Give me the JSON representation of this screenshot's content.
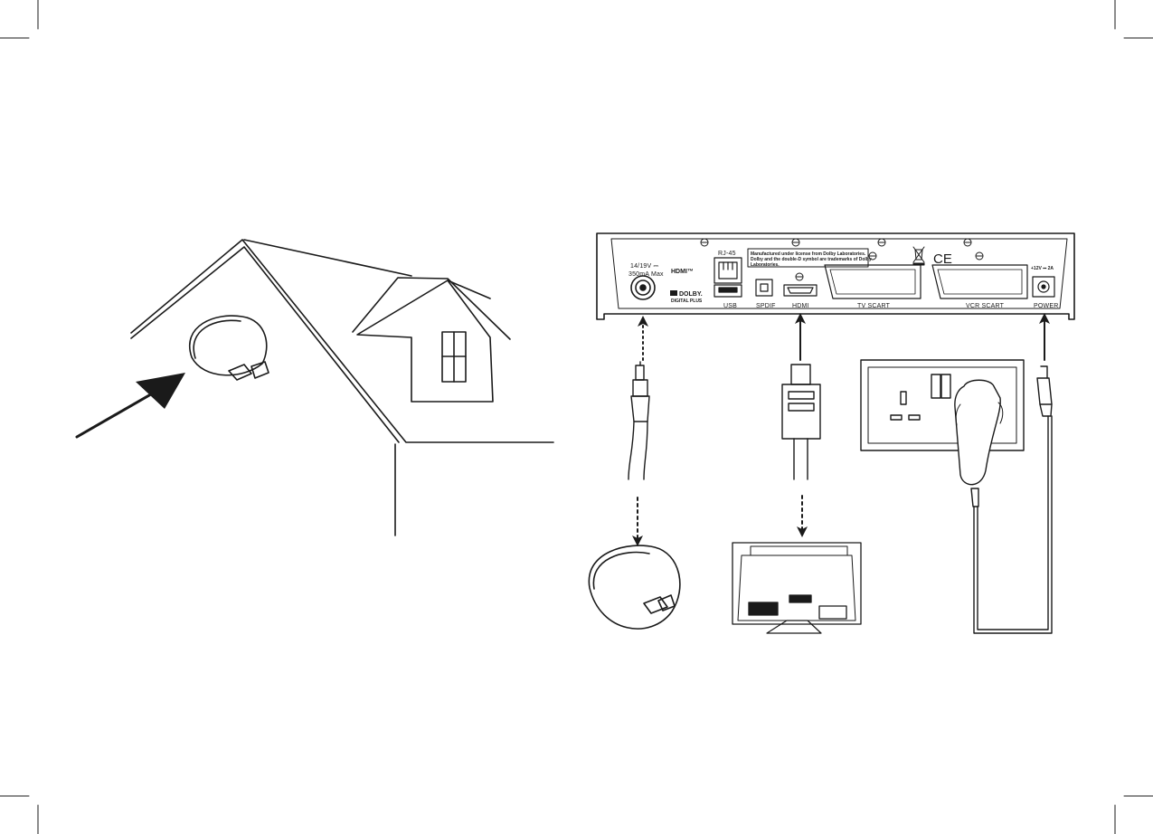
{
  "panel": {
    "lnb_spec_line1": "14/19V ⎓",
    "lnb_spec_line2": "350mA Max",
    "hdmi_logo": "HDMI™",
    "dolby_logo": "DOLBY.",
    "dolby_sub": "DIGITAL PLUS",
    "rj45_label": "RJ-45",
    "usb_label": "USB",
    "spdif_label": "SPDIF",
    "hdmi_label": "HDMI",
    "tv_scart_label": "TV SCART",
    "vcr_scart_label": "VCR SCART",
    "power_label": "POWER",
    "power_spec": "+12V ⎓ 2A",
    "ce_mark": "CE",
    "dolby_notice": [
      "Manufactured under license from Dolby Laboratories.",
      "Dolby and the double-D symbol are trademarks of Dolby",
      "Laboratories."
    ]
  },
  "colors": {
    "ink": "#1a1a1a",
    "paper": "#ffffff"
  }
}
